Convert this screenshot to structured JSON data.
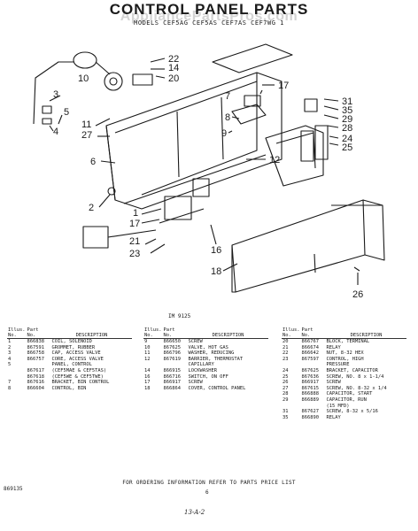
{
  "header": {
    "title": "CONTROL PANEL PARTS",
    "watermark": "AppliancePartsPros.com",
    "subtitle": "MODELS CEF5AG CEF5AS CEF7AS CEF7WG 1"
  },
  "diagram": {
    "figure_id": "IM 9125",
    "callouts": [
      "22",
      "14",
      "20",
      "10",
      "3",
      "4",
      "5",
      "11",
      "27",
      "17",
      "7",
      "8",
      "9",
      "31",
      "35",
      "29",
      "28",
      "24",
      "25",
      "6",
      "12",
      "2",
      "1",
      "17",
      "21",
      "23",
      "16",
      "18",
      "26"
    ]
  },
  "parts_table": {
    "headers": {
      "illus": "Illus.",
      "no": "No.",
      "part": "Part",
      "part_no": "No.",
      "description": "DESCRIPTION"
    },
    "columns": [
      [
        {
          "illus": "1",
          "part": "866838",
          "desc": "COIL, SOLENOID"
        },
        {
          "illus": "2",
          "part": "867591",
          "desc": "GROMMET, RUBBER"
        },
        {
          "illus": "3",
          "part": "866758",
          "desc": "CAP, ACCESS VALVE"
        },
        {
          "illus": "4",
          "part": "866757",
          "desc": "CORE, ACCESS VALVE"
        },
        {
          "illus": "5",
          "part": "",
          "desc": "PANEL, CONTROL"
        },
        {
          "illus": "",
          "part": "867617",
          "desc": "(CEF5MAE & CEF5TAS)"
        },
        {
          "illus": "",
          "part": "867618",
          "desc": "(CEF5WE & CEF5TWE)"
        },
        {
          "illus": "7",
          "part": "867616",
          "desc": "BRACKET, BIN CONTROL"
        },
        {
          "illus": "8",
          "part": "866604",
          "desc": "CONTROL, BIN"
        }
      ],
      [
        {
          "illus": "9",
          "part": "866650",
          "desc": "SCREW"
        },
        {
          "illus": "10",
          "part": "867625",
          "desc": "VALVE, HOT GAS"
        },
        {
          "illus": "11",
          "part": "866796",
          "desc": "WASHER, REDUCING"
        },
        {
          "illus": "12",
          "part": "867619",
          "desc": "BARRIER, THERMOSTAT"
        },
        {
          "illus": "",
          "part": "",
          "desc": "CAPILLARY"
        },
        {
          "illus": "14",
          "part": "866915",
          "desc": "LOCKWASHER"
        },
        {
          "illus": "16",
          "part": "866716",
          "desc": "SWITCH, ON OFF"
        },
        {
          "illus": "17",
          "part": "866917",
          "desc": "SCREW"
        },
        {
          "illus": "18",
          "part": "866864",
          "desc": "COVER, CONTROL PANEL"
        }
      ],
      [
        {
          "illus": "20",
          "part": "866767",
          "desc": "BLOCK, TERMINAL"
        },
        {
          "illus": "21",
          "part": "866674",
          "desc": "RELAY"
        },
        {
          "illus": "22",
          "part": "866642",
          "desc": "NUT, 8-32 HEX"
        },
        {
          "illus": "23",
          "part": "867597",
          "desc": "CONTROL, HIGH"
        },
        {
          "illus": "",
          "part": "",
          "desc": "PRESSURE"
        },
        {
          "illus": "24",
          "part": "867625",
          "desc": "BRACKET, CAPACITOR"
        },
        {
          "illus": "25",
          "part": "867636",
          "desc": "SCREW, NO. 8 x 1-1/4"
        },
        {
          "illus": "26",
          "part": "866917",
          "desc": "SCREW"
        },
        {
          "illus": "27",
          "part": "867615",
          "desc": "SCREW, NO. 8-32 x 1/4"
        },
        {
          "illus": "28",
          "part": "866888",
          "desc": "CAPACITOR, START"
        },
        {
          "illus": "29",
          "part": "866889",
          "desc": "CAPACITOR, RUN"
        },
        {
          "illus": "",
          "part": "",
          "desc": "(15 MFD)"
        },
        {
          "illus": "31",
          "part": "867627",
          "desc": "SCREW, 8-32 x 5/16"
        },
        {
          "illus": "35",
          "part": "866890",
          "desc": "RELAY"
        }
      ]
    ]
  },
  "footer": {
    "ordering_note": "FOR ORDERING INFORMATION REFER TO PARTS PRICE LIST",
    "page_number": "6",
    "doc_code": "869135",
    "handwritten": "13-A-2"
  }
}
